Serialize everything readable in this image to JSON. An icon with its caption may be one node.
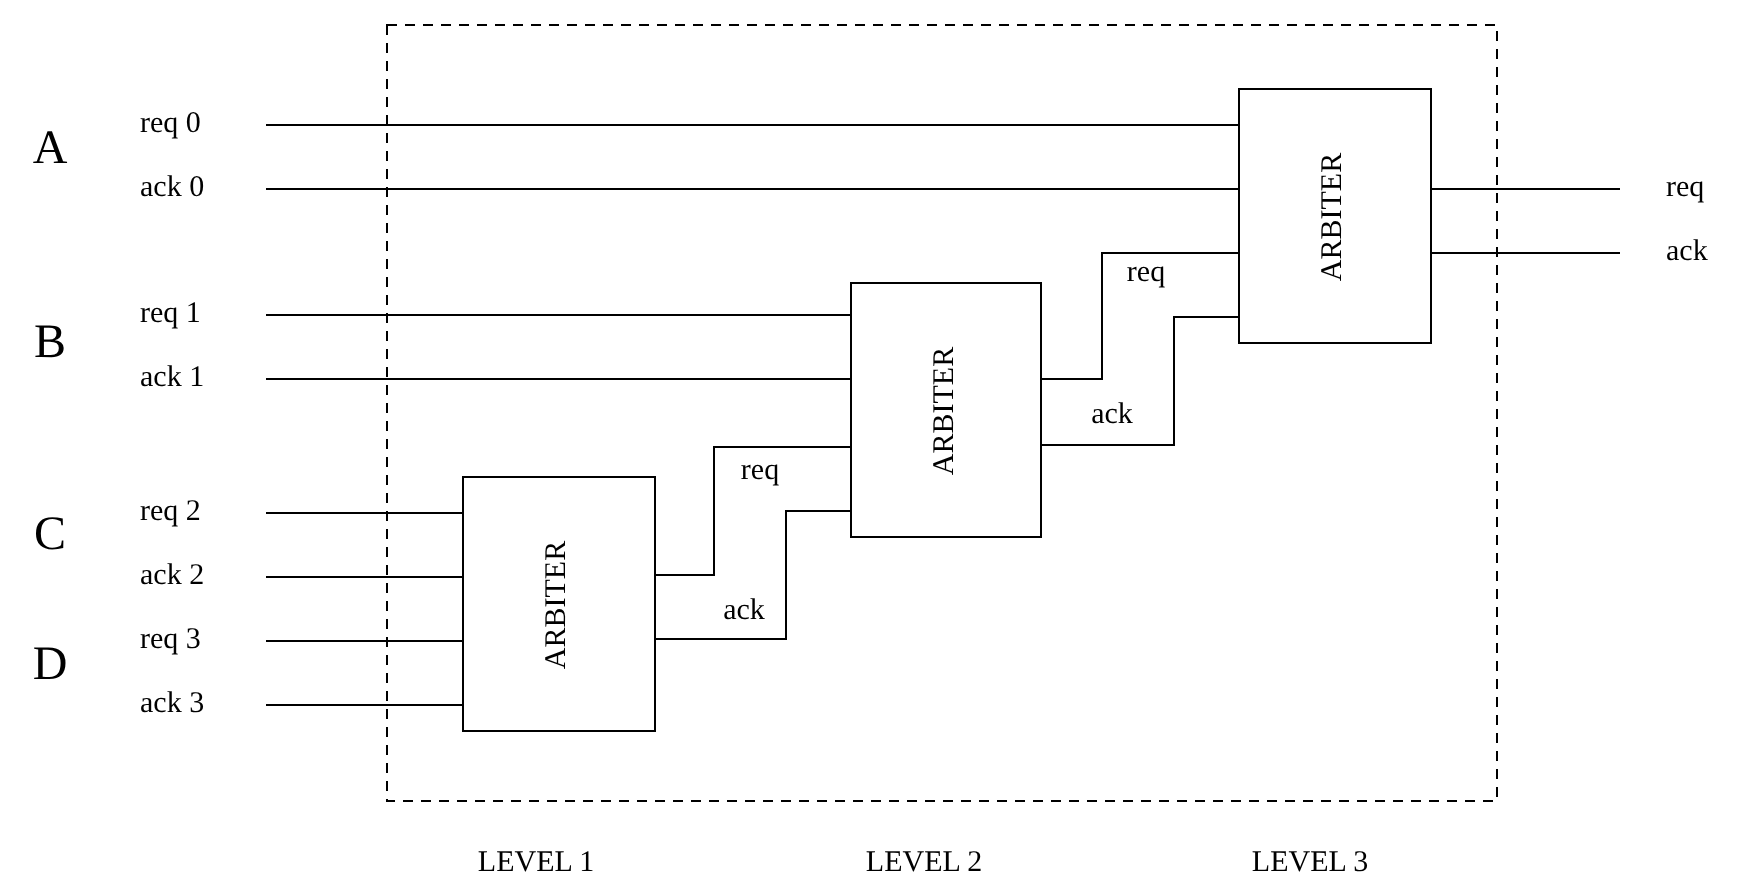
{
  "diagram": {
    "nodes": [
      {
        "text": [
          "req 0"
        ]
      },
      {
        "text": [
          "ack 0"
        ]
      },
      {
        "text": [
          "req 1"
        ]
      },
      {
        "text": [
          "ack 1"
        ]
      },
      {
        "text": [
          "req 2"
        ]
      },
      {
        "text": [
          "ack 2"
        ]
      },
      {
        "text": [
          "req 3"
        ]
      },
      {
        "text": [
          "ack 3"
        ]
      },
      {
        "text": [
          "ARBITER"
        ]
      },
      {
        "text": [
          "ARBITER"
        ]
      },
      {
        "text": [
          "ARBITER"
        ]
      },
      {
        "text": [
          "req"
        ]
      },
      {
        "text": [
          "ack"
        ]
      }
    ],
    "edges": [
      {
        "from": 0,
        "to": 8,
        "arrow": "none"
      },
      {
        "from": 1,
        "to": 8,
        "arrow": "none"
      },
      {
        "from": 2,
        "to": 9,
        "arrow": "none"
      },
      {
        "from": 3,
        "to": 9,
        "arrow": "none"
      },
      {
        "from": 4,
        "to": 10,
        "arrow": "none"
      },
      {
        "from": 5,
        "to": 10,
        "arrow": "none"
      },
      {
        "from": 6,
        "to": 10,
        "arrow": "none"
      },
      {
        "from": 7,
        "to": 10,
        "arrow": "none"
      },
      {
        "from": 10,
        "to": 9,
        "arrow": "none",
        "label": "req"
      },
      {
        "from": 10,
        "to": 9,
        "arrow": "none",
        "label": "ack"
      },
      {
        "from": 9,
        "to": 8,
        "arrow": "none",
        "label": "req"
      },
      {
        "from": 9,
        "to": 8,
        "arrow": "none",
        "label": "ack"
      },
      {
        "from": 8,
        "to": 11,
        "arrow": "none"
      },
      {
        "from": 8,
        "to": 12,
        "arrow": "none"
      }
    ],
    "labels": [
      "A",
      "B",
      "C",
      "D",
      "LEVEL 1",
      "LEVEL 2",
      "LEVEL 3"
    ]
  }
}
